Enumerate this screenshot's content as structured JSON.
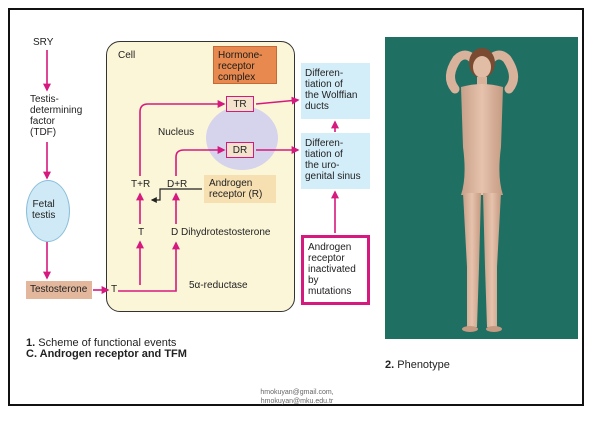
{
  "diagram": {
    "sry": "SRY",
    "tdf": "Testis-\ndetermining\nfactor\n(TDF)",
    "fetal_testis": "Fetal\ntestis",
    "testosterone": "Testosterone",
    "t": "T",
    "cell": "Cell",
    "hormone_receptor_complex": "Hormone-\nreceptor\ncomplex",
    "nucleus": "Nucleus",
    "tr": "TR",
    "dr": "DR",
    "t_plus_r": "T+R",
    "d_plus_r": "D+R",
    "t_mid": "T",
    "d_dihydro": "D Dihydrotestosterone",
    "androgen_receptor": "Androgen\nreceptor (R)",
    "five_alpha_reductase": "5α-reductase",
    "wolffian": "Differen-\ntiation of\nthe Wolffian\nducts",
    "urogenital": "Differen-\ntiation of\nthe uro-\ngenital sinus",
    "inactivated": "Androgen\nreceptor\ninactivated\nby\nmutations"
  },
  "captions": {
    "scheme_num": "1.",
    "scheme": " Scheme of functional events",
    "title": "C. Androgen receptor and TFM",
    "phenotype_num": "2.",
    "phenotype": " Phenotype"
  },
  "footer": {
    "line1": "hmokuyan@gmail.com,",
    "line2": "hmokuyan@mku.edu.tr"
  },
  "colors": {
    "arrow": "#d6197f",
    "cell_bg": "#fbf6d8",
    "hormone_box": "#e88a4f",
    "testosterone_box": "#e2b79c",
    "fetal_testis": "#cfe9f6",
    "nucleus": "#d6d3ec",
    "info_box": "#d4eef9",
    "androgen_box": "#f6dfb1",
    "photo_bg": "#1f6f62"
  }
}
